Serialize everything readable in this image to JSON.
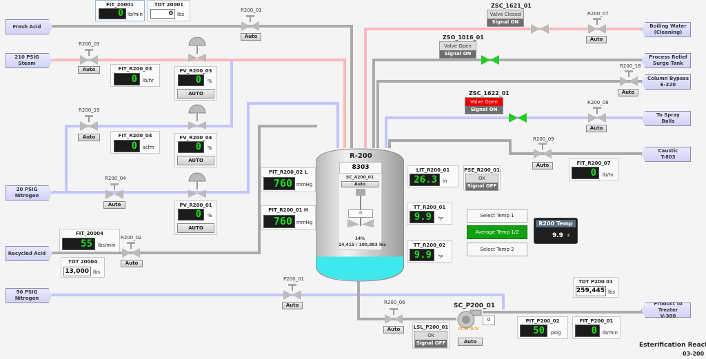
{
  "colors": {
    "pipe_gray": "#aaaaaa",
    "pipe_blue": "#c4c4ff",
    "pipe_red": "#ffb8b8",
    "led_green": "#22dd22",
    "tank_fill": "#3ee8ec",
    "active_green": "#12a012",
    "alarm_red": "#e60000"
  },
  "streams": {
    "fresh_acid": "Fresh Acid",
    "steam_1": "210 PSIG",
    "steam_2": "Steam",
    "nitrogen20_1": "20 PSIG",
    "nitrogen20_2": "Nitrogen",
    "recycled_acid": "Recycled Acid",
    "nitrogen90_1": "90 PSIG",
    "nitrogen90_2": "Nitrogen",
    "boiling_1": "Boiling Water",
    "boiling_2": "(Cleaning)",
    "relief_1": "Process Relief",
    "relief_2": "Surge Tank",
    "bypass_1": "Column Bypass",
    "bypass_2": "E-220",
    "spray_1": "To Spray",
    "spray_2": "Balls",
    "caustic_1": "Caustic",
    "caustic_2": "T-803",
    "treater_1": "Product to Treater",
    "treater_2": "V-300"
  },
  "fit_20001": {
    "title": "FIT_20001",
    "value": "0",
    "unit": "lb/min"
  },
  "tot_20001": {
    "title": "TOT 20001",
    "value": "0",
    "unit": "lbs"
  },
  "fit_r200_03": {
    "title": "FIT_R200_03",
    "value": "0",
    "unit": "lb/hr"
  },
  "fit_r200_04": {
    "title": "FIT_R200_04",
    "value": "0",
    "unit": "scfm"
  },
  "fv_r200_03": {
    "title": "FV_R200_03",
    "value": "0",
    "unit": "%",
    "mode": "AUTO"
  },
  "fv_r200_04": {
    "title": "FV_R200_04",
    "value": "0",
    "unit": "%",
    "mode": "AUTO"
  },
  "pv_r200_01": {
    "title": "PV_R200_01",
    "value": "0",
    "unit": "%",
    "mode": "AUTO"
  },
  "fit_20004": {
    "title": "FIT_20004",
    "value": "55",
    "unit": "lbs/min"
  },
  "tot_20004": {
    "title": "TOT 20004",
    "value": "13,000",
    "unit": "lbs"
  },
  "pit_r200_02": {
    "title": "PIT_R200_02 L",
    "value": "760",
    "unit": "mmHg"
  },
  "pit_r200_01": {
    "title": "PIT_R200_01 H",
    "value": "760",
    "unit": "mmHg"
  },
  "lit_r200_01": {
    "title": "LIT_R200_01",
    "value": "26.3",
    "unit": "in"
  },
  "pse_r200_01": {
    "title": "PSE_R200_01",
    "state": "OK",
    "signal": "Signal OFF"
  },
  "tt_r200_01": {
    "title": "TT_R200_01",
    "value": "9.9",
    "unit": "°F"
  },
  "tt_r200_02": {
    "title": "TT_R200_02",
    "value": "9.9",
    "unit": "°F"
  },
  "fit_r200_07": {
    "title": "FIT_R200_07",
    "value": "0",
    "unit": "lb/hr"
  },
  "pit_p200_02": {
    "title": "PIT_P200_02",
    "value": "50",
    "unit": "psig"
  },
  "fit_p200_01": {
    "title": "FIT_P200_01",
    "value": "0",
    "unit": "lb/min"
  },
  "tot_p200_01": {
    "title": "TOT P200 01",
    "value": "259,445",
    "unit": "lbs"
  },
  "zsc_1621": {
    "title": "ZSC_1621_01",
    "state": "Valve Closed",
    "signal": "Signal ON"
  },
  "zso_1016": {
    "title": "ZSO_1016_01",
    "state": "Valve Open",
    "signal": "Signal ON"
  },
  "zsc_1622": {
    "title": "ZSC_1622_01",
    "state": "Valve Open",
    "signal": "Signal ON"
  },
  "lsl_p200_01": {
    "title": "LSL_P200_01",
    "state": "Ok",
    "signal": "Signal OFF"
  },
  "valves": {
    "r200_01": "R200_01",
    "r200_03": "R200_03",
    "r200_19": "R200_19",
    "r200_04": "R200_04",
    "r200_02": "R200_02",
    "p200_01": "P200_01",
    "r200_07": "R200_07",
    "r200_18": "R200_18",
    "r200_08": "R200_08",
    "r200_09": "R200_09",
    "r200_06": "R200_06",
    "auto": "Auto"
  },
  "reactor": {
    "name": "R-200",
    "number": "8303",
    "agitator_title": "SC_A200_01",
    "agitator_mode": "Auto",
    "agitator_speed": "0",
    "level_pct": 0.14,
    "level_text": "14%",
    "weight_text": "14,415 / 100,883 lbs"
  },
  "temp_select": {
    "opt1": "Select Temp 1",
    "opt2": "Average Temp 1/2",
    "opt3": "Select Temp 2",
    "active": 2
  },
  "r200_temp": {
    "title": "R200 Temp",
    "value": "9.9",
    "unit": "F"
  },
  "pump": {
    "title": "SC_P200_01",
    "value": "0",
    "interlock": "Interlock",
    "mode": "Auto"
  },
  "footer": {
    "line1": "Esterification Reactor",
    "line2": "03-200"
  }
}
